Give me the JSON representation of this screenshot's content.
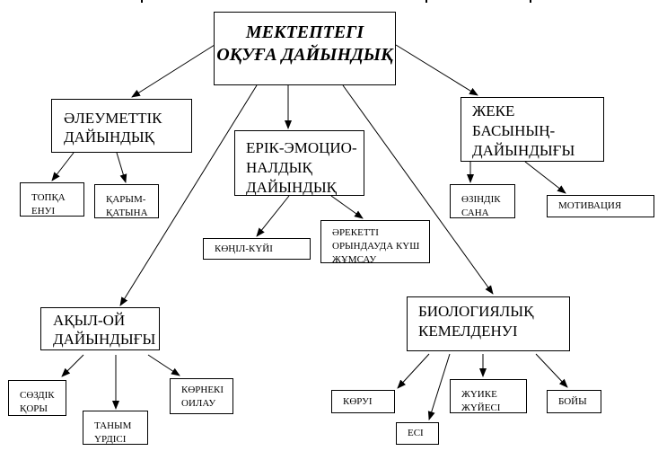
{
  "diagram": {
    "root": {
      "label": "МЕКТЕПТЕГІ\nОҚУҒА ДАЙЫНДЫҚ"
    },
    "branches": [
      {
        "label": "ӘЛЕУМЕТТІК\nДАЙЫНДЫҚ",
        "children": [
          "ТОПҚА\nЕНУІ",
          "ҚАРЫМ-\nҚАТЫНА"
        ]
      },
      {
        "label": "ЕРІК-ЭМОЦИО-\nНАЛДЫҚ\nДАЙЫНДЫҚ",
        "children": [
          "КӨҢІЛ-КҮЙІ",
          "ӘРЕКЕТТІ\nОРЫНДАУДА КҮШ\nЖҰМСАУ"
        ]
      },
      {
        "label": "ЖЕКЕ\nБАСЫНЫҢ-\nДАЙЫНДЫҒЫ",
        "children": [
          "ӨЗІНДІК\nСАНА",
          "МОТИВАЦИЯ"
        ]
      },
      {
        "label": "АҚЫЛ-ОЙ\nДАЙЫНДЫҒЫ",
        "children": [
          "СӨЗДІК\nҚОРЫ",
          "ТАНЫМ\nҮРДІСІ",
          "КӨРНЕКІ\nОИЛАУ"
        ]
      },
      {
        "label": "БИОЛОГИЯЛЫҚ\nКЕМЕЛДЕНУІ",
        "children": [
          "КӨРУІ",
          "ЕСІ",
          "ЖҮИКЕ\nЖҮЙЕСІ",
          "БОЙЫ"
        ]
      }
    ]
  },
  "colors": {
    "line": "#000000",
    "box_border": "#000000",
    "background": "#ffffff"
  }
}
